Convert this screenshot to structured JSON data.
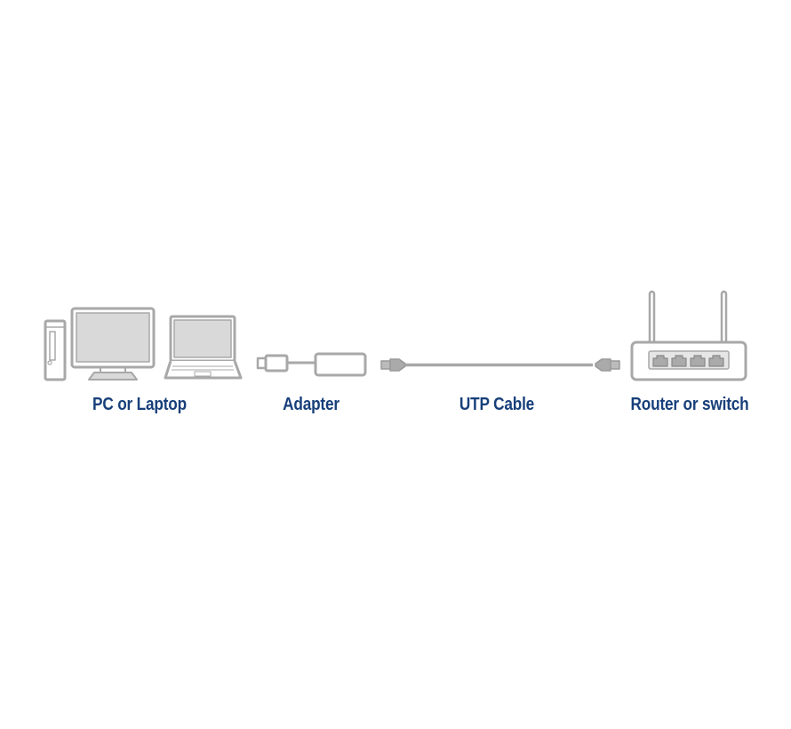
{
  "labels": {
    "pc": "PC or Laptop",
    "adapter": "Adapter",
    "cable": "UTP Cable",
    "router": "Router or switch"
  },
  "colors": {
    "label": "#173f7a",
    "outline": "#a9a9a9",
    "fill": "#d9d9d9"
  },
  "router_ports": 4
}
